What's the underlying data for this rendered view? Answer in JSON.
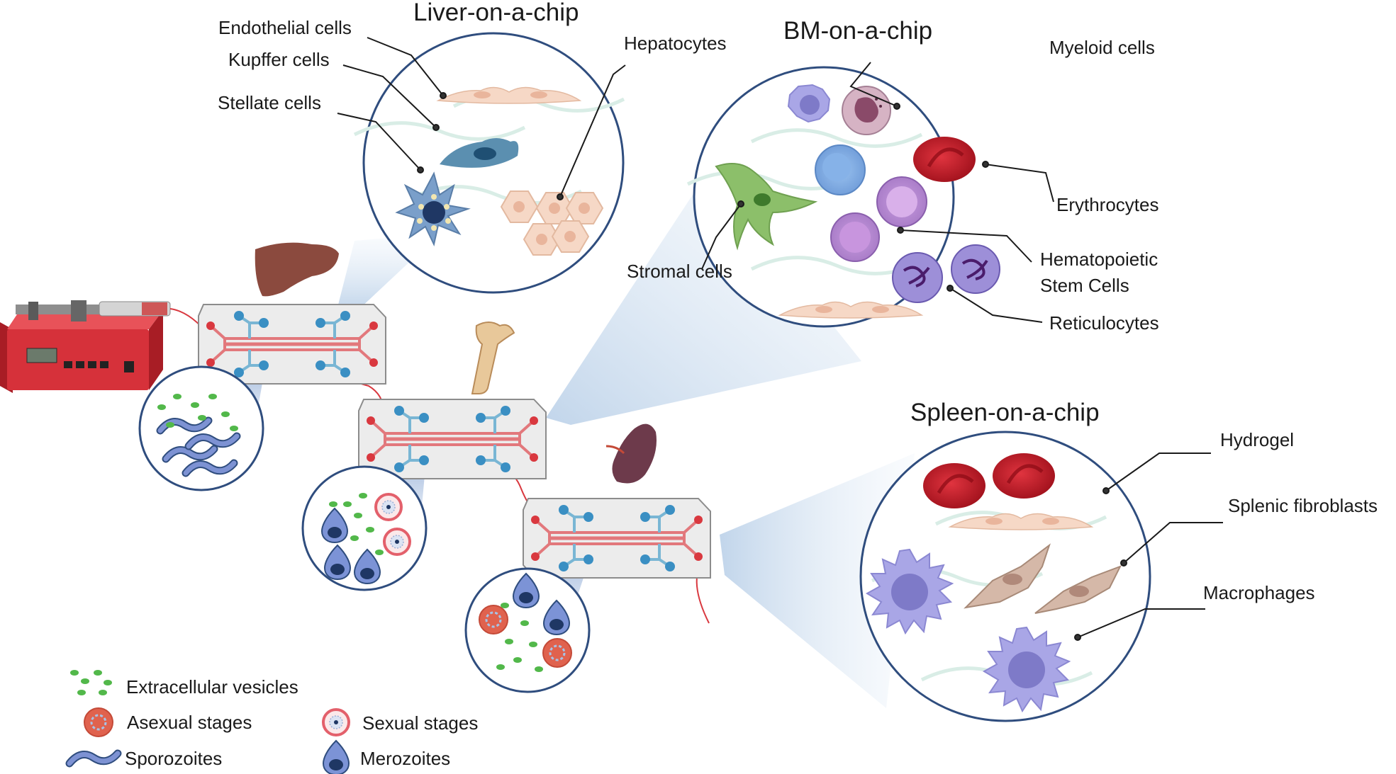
{
  "titles": {
    "liver": "Liver-on-a-chip",
    "bm": "BM-on-a-chip",
    "spleen": "Spleen-on-a-chip"
  },
  "liver_labels": {
    "endothelial": "Endothelial cells",
    "kupffer": "Kupffer cells",
    "stellate": "Stellate cells",
    "hepatocytes": "Hepatocytes"
  },
  "bm_labels": {
    "myeloid": "Myeloid cells",
    "erythrocytes": "Erythrocytes",
    "stromal": "Stromal cells",
    "hsc_line1": "Hematopoietic",
    "hsc_line2": "Stem Cells",
    "reticulocytes": "Reticulocytes"
  },
  "spleen_labels": {
    "hydrogel": "Hydrogel",
    "fibroblasts": "Splenic fibroblasts",
    "macrophages": "Macrophages"
  },
  "legend": {
    "ev": "Extracellular vesicles",
    "asexual": "Asexual stages",
    "sexual": "Sexual stages",
    "sporozoites": "Sporozoites",
    "merozoites": "Merozoites"
  },
  "colors": {
    "circle_border": "#2f4d7e",
    "chip_fill": "#ececec",
    "red_channel": "#e2787c",
    "blue_channel": "#79b6d4",
    "pump_red": "#d6313a",
    "liver_organ": "#8b4a3e",
    "spleen_organ": "#6d3a4b",
    "erythrocyte": "#c8202c",
    "vesicle_green": "#52b84a",
    "macrophage": "#a9a6e6"
  }
}
